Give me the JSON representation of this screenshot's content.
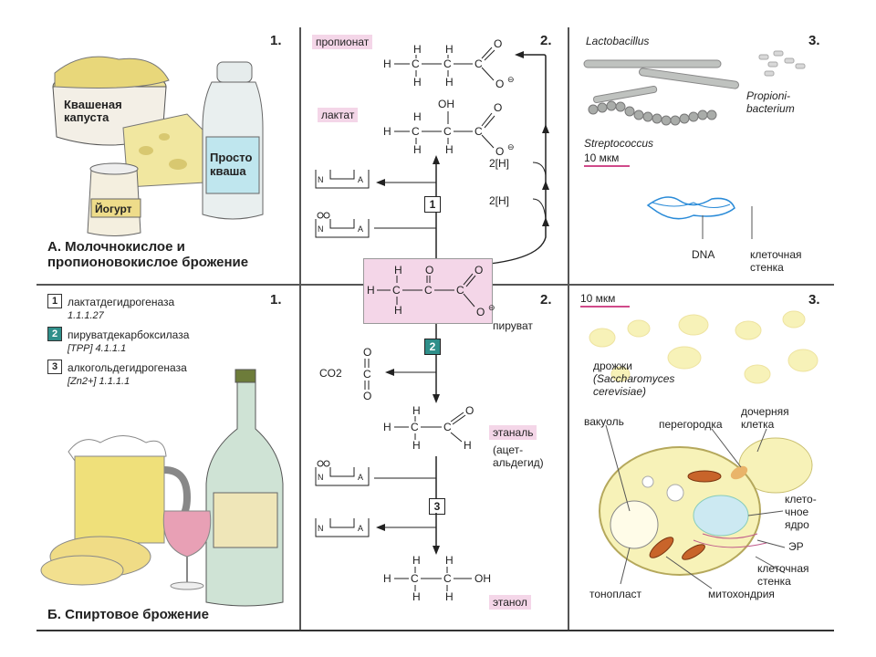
{
  "panelA": {
    "food_labels": {
      "sauerkraut": "Квашеная капуста",
      "prostokvasha": "Просто кваша",
      "yogurt": "Йогурт"
    },
    "title": "А. Молочнокислое и пропионовокислое брожение",
    "num1": "1.",
    "num2": "2.",
    "num3": "3.",
    "propionate": "пропионат",
    "lactate": "лактат",
    "twoH_1": "2[H]",
    "twoH_2": "2[H]",
    "enzyme1": "1",
    "lactobacillus": "Lactobacillus",
    "propionibacterium": "Propioni-bacterium",
    "streptococcus": "Streptococcus",
    "scale1": "10 мкм",
    "dna": "DNA",
    "cell_wall": "клеточная стенка"
  },
  "pyruvate": "пируват",
  "panelB": {
    "title": "Б. Спиртовое брожение",
    "num1": "1.",
    "num2": "2.",
    "num3": "3.",
    "legend": [
      {
        "num": "1",
        "name": "лактатдегидрогеназа",
        "ec": "1.1.1.27",
        "color": "#ffffff"
      },
      {
        "num": "2",
        "name": "пируватдекарбоксилаза",
        "ec": "[TPP]  4.1.1.1",
        "color": "#2f8f8a"
      },
      {
        "num": "3",
        "name": "алкогольдегидрогеназа",
        "ec": "[Zn2+]  1.1.1.1",
        "color": "#ffffff"
      }
    ],
    "co2": "CO2",
    "enzyme2": "2",
    "enzyme3": "3",
    "ethanal": "этаналь",
    "acetaldehyde": "(ацет-альдегид)",
    "ethanol": "этанол",
    "scale2": "10 мкм",
    "yeast": "дрожжи",
    "yeast_latin": "(Saccharomyces cerevisiae)",
    "vacuole": "вакуоль",
    "septum": "перегородка",
    "daughter_cell": "дочерняя клетка",
    "nucleus": "клето-чное ядро",
    "er": "ЭР",
    "cell_wall2": "клеточная стенка",
    "tonoplast": "тонопласт",
    "mitochondria": "митохондрия"
  },
  "colors": {
    "pink": "#f4d6e8",
    "teal": "#2f8f8a",
    "yeast": "#f7f2b8",
    "mito": "#c8642a",
    "dna": "#2a8bd8"
  }
}
